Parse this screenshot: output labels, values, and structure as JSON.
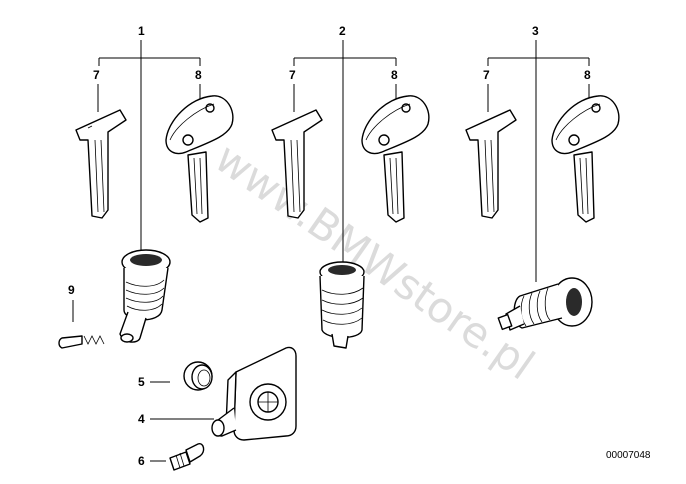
{
  "callouts": {
    "set1": "1",
    "set2": "2",
    "set3": "3",
    "key_plain": "7",
    "key_head": "8",
    "spring_pin": "9",
    "grommet": "5",
    "lock_housing": "4",
    "bulb": "6"
  },
  "watermark": "www.BMWstore.pl",
  "diagram_code": "00007048"
}
